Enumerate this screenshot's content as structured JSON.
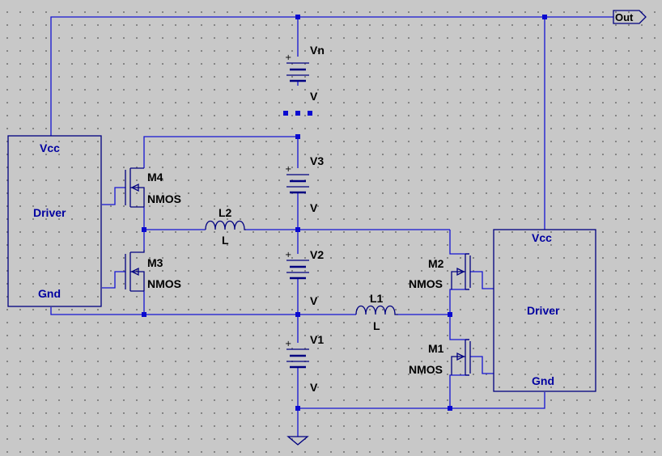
{
  "drivers": [
    {
      "pin_vcc": "Vcc",
      "name": "Driver",
      "pin_gnd": "Gnd"
    },
    {
      "pin_vcc": "Vcc",
      "name": "Driver",
      "pin_gnd": "Gnd"
    }
  ],
  "output_label": "Out",
  "ellipsis": "...",
  "batteries": [
    {
      "name": "Vn",
      "value": "V"
    },
    {
      "name": "V3",
      "value": "V"
    },
    {
      "name": "V2",
      "value": "V"
    },
    {
      "name": "V1",
      "value": "V"
    }
  ],
  "mosfets": [
    {
      "name": "M4",
      "type": "NMOS"
    },
    {
      "name": "M3",
      "type": "NMOS"
    },
    {
      "name": "M2",
      "type": "NMOS"
    },
    {
      "name": "M1",
      "type": "NMOS"
    }
  ],
  "inductors": [
    {
      "name": "L2",
      "value": "L"
    },
    {
      "name": "L1",
      "value": "L"
    }
  ],
  "plus_sign": "+",
  "colors": {
    "wire": "#1414d2",
    "component": "#000080",
    "label_block": "#0000a0",
    "background": "#c8c8c8"
  }
}
